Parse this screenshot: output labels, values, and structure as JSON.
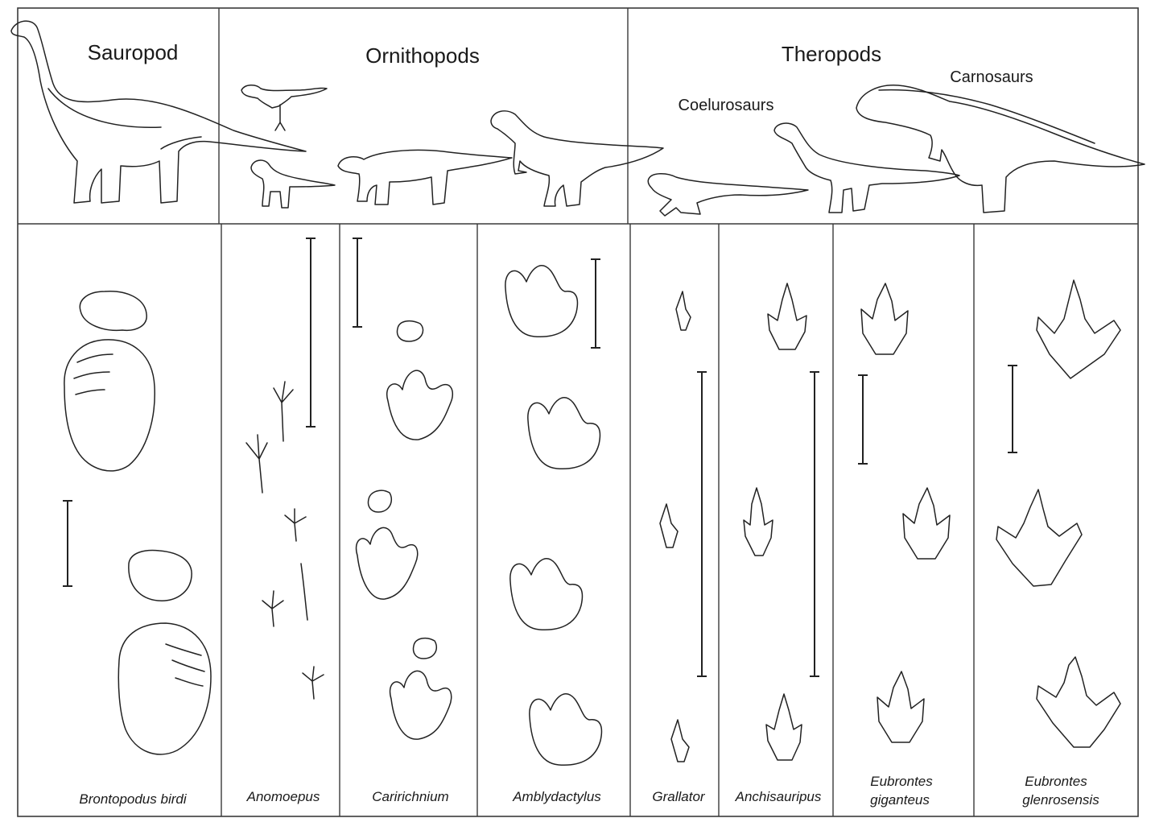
{
  "groups": {
    "sauropod": "Sauropod",
    "ornithopods": "Ornithopods",
    "theropods": "Theropods",
    "coelurosaurs": "Coelurosaurs",
    "carnosaurs": "Carnosaurs"
  },
  "tracks": [
    "Brontopodus  birdi",
    "Anomoepus",
    "Caririchnium",
    "Amblydactylus",
    "Grallator",
    "Anchisauripus",
    "Eubrontes",
    "giganteus",
    "Eubrontes",
    "glenrosensis"
  ]
}
